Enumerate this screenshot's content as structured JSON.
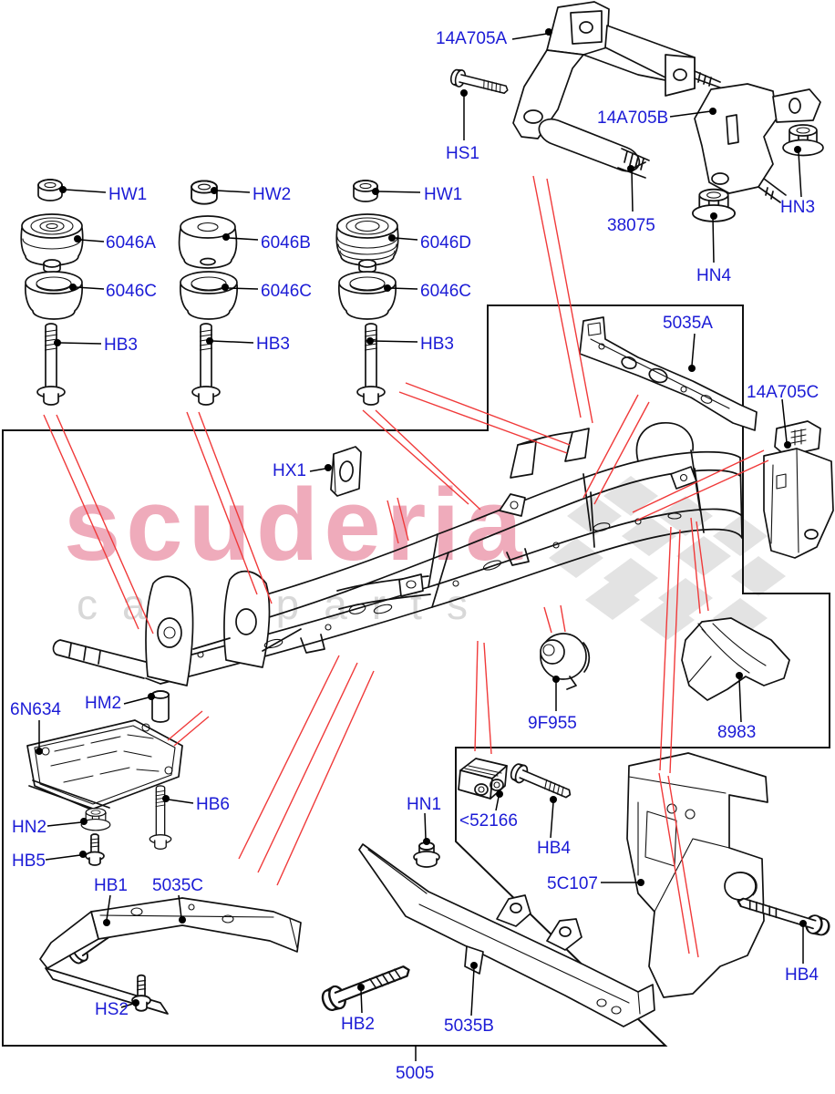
{
  "watermark": {
    "brand": "scuderia",
    "tagline": "car parts"
  },
  "colors": {
    "label_text": "#1b1bd6",
    "leader_line": "#000000",
    "callout_red": "#f03a3a",
    "line_art": "#111111",
    "watermark_pink": "#efabbb",
    "watermark_gray": "#d8d8d8",
    "flag_gray": "#e3e3e3"
  },
  "labels": [
    {
      "text": "14A705A"
    },
    {
      "text": "HS1"
    },
    {
      "text": "14A705B"
    },
    {
      "text": "38075"
    },
    {
      "text": "HN3"
    },
    {
      "text": "HN4"
    },
    {
      "text": "HW1"
    },
    {
      "text": "6046A"
    },
    {
      "text": "6046C"
    },
    {
      "text": "HB3"
    },
    {
      "text": "HW2"
    },
    {
      "text": "6046B"
    },
    {
      "text": "6046C"
    },
    {
      "text": "HB3"
    },
    {
      "text": "HW1"
    },
    {
      "text": "6046D"
    },
    {
      "text": "6046C"
    },
    {
      "text": "HB3"
    },
    {
      "text": "5035A"
    },
    {
      "text": "14A705C"
    },
    {
      "text": "HX1"
    },
    {
      "text": "9F955"
    },
    {
      "text": "8983"
    },
    {
      "text": "6N634"
    },
    {
      "text": "HM2"
    },
    {
      "text": "HB6"
    },
    {
      "text": "HN2"
    },
    {
      "text": "HB5"
    },
    {
      "text": "HB1"
    },
    {
      "text": "5035C"
    },
    {
      "text": "HS2"
    },
    {
      "text": "HN1"
    },
    {
      "text": "<52166"
    },
    {
      "text": "HB4"
    },
    {
      "text": "5C107"
    },
    {
      "text": "HB2"
    },
    {
      "text": "5035B"
    },
    {
      "text": "5005"
    },
    {
      "text": "HB4"
    }
  ]
}
